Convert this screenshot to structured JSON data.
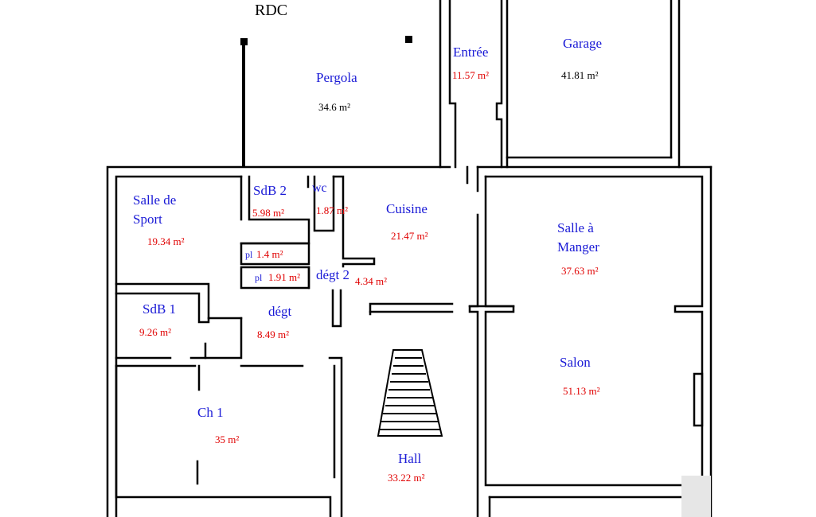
{
  "title": "RDC",
  "rooms": {
    "pergola": {
      "name": "Pergola",
      "area": "34.6 m²"
    },
    "entree": {
      "name": "Entrée",
      "area": "11.57 m²"
    },
    "garage": {
      "name": "Garage",
      "area": "41.81 m²"
    },
    "salle_sport": {
      "name_line1": "Salle de",
      "name_line2": "Sport",
      "area": "19.34 m²"
    },
    "sdb2": {
      "name": "SdB 2",
      "area": "5.98 m²"
    },
    "wc": {
      "name": "wc",
      "area": "1.87 m²"
    },
    "cuisine": {
      "name": "Cuisine",
      "area": "21.47 m²"
    },
    "salle_manger": {
      "name_line1": "Salle à",
      "name_line2": "Manger",
      "area": "37.63 m²"
    },
    "pl1": {
      "name": "pl",
      "area": "1.4 m²"
    },
    "pl2": {
      "name": "pl",
      "area": "1.91 m²"
    },
    "degt2": {
      "name": "dégt 2",
      "area": "4.34 m²"
    },
    "sdb1": {
      "name": "SdB 1",
      "area": "9.26 m²"
    },
    "degt": {
      "name": "dégt",
      "area": "8.49 m²"
    },
    "salon": {
      "name": "Salon",
      "area": "51.13 m²"
    },
    "ch1": {
      "name": "Ch 1",
      "area": "35 m²"
    },
    "hall": {
      "name": "Hall",
      "area": "33.22 m²"
    }
  },
  "colors": {
    "wall": "#000000",
    "room_name": "#1a1ad6",
    "area": "#e00000",
    "background": "#ffffff"
  }
}
